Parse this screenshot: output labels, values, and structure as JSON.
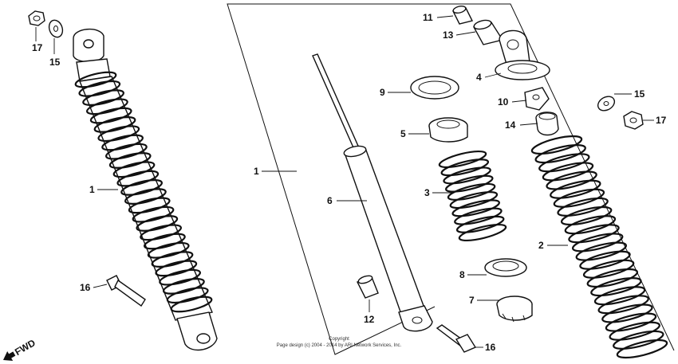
{
  "callouts": {
    "c1_left": "1",
    "c1_frame": "1",
    "c2": "2",
    "c3": "3",
    "c4": "4",
    "c5": "5",
    "c6": "6",
    "c7": "7",
    "c8": "8",
    "c9": "9",
    "c10": "10",
    "c11": "11",
    "c12": "12",
    "c13": "13",
    "c14": "14",
    "c15_left": "15",
    "c15_right": "15",
    "c16_left": "16",
    "c16_right": "16",
    "c17_left": "17",
    "c17_right": "17"
  },
  "fwd_label": "FWD",
  "copyright": {
    "line1": "Copyright",
    "line2": "Page design (c) 2004 - 2014 by ARI Network Services, Inc."
  },
  "icons": {
    "fwd_arrow": "fwd-arrow-icon"
  }
}
